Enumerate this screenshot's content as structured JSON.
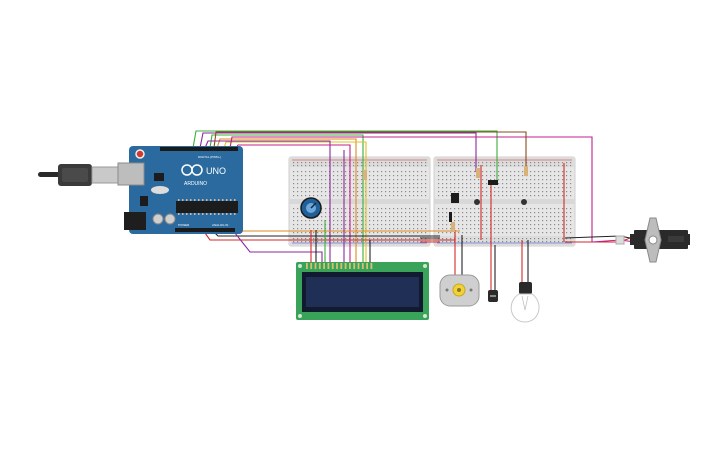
{
  "arduino": {
    "logo_text": "ARDUINO",
    "model_text": "UNO",
    "header_label": "DIGITAL (PWM~)",
    "power_label": "POWER",
    "analog_label": "ANALOG IN"
  },
  "components": {
    "usb_cable": "usb-cable",
    "arduino_board": "arduino-uno",
    "breadboard_left": "breadboard",
    "breadboard_right": "breadboard",
    "potentiometer": "potentiometer",
    "lcd": "lcd-16x2",
    "dc_motor": "dc-motor",
    "temperature_sensor": "temperature-sensor",
    "light_bulb": "light-bulb",
    "servo": "micro-servo"
  },
  "colors": {
    "board_blue": "#2b6a9e",
    "breadboard": "#e6e6e6",
    "lcd_green": "#3aa35a",
    "lcd_screen": "#1f2f55",
    "wire_red": "#d12a2a",
    "wire_black": "#222222",
    "wire_green": "#3cae3c",
    "wire_orange": "#e08a1e",
    "wire_purple": "#8a2a9a",
    "wire_magenta": "#c0208a",
    "wire_brown": "#8a4a1e",
    "wire_yellow": "#e0c020",
    "motor_yellow": "#f1d23a"
  }
}
